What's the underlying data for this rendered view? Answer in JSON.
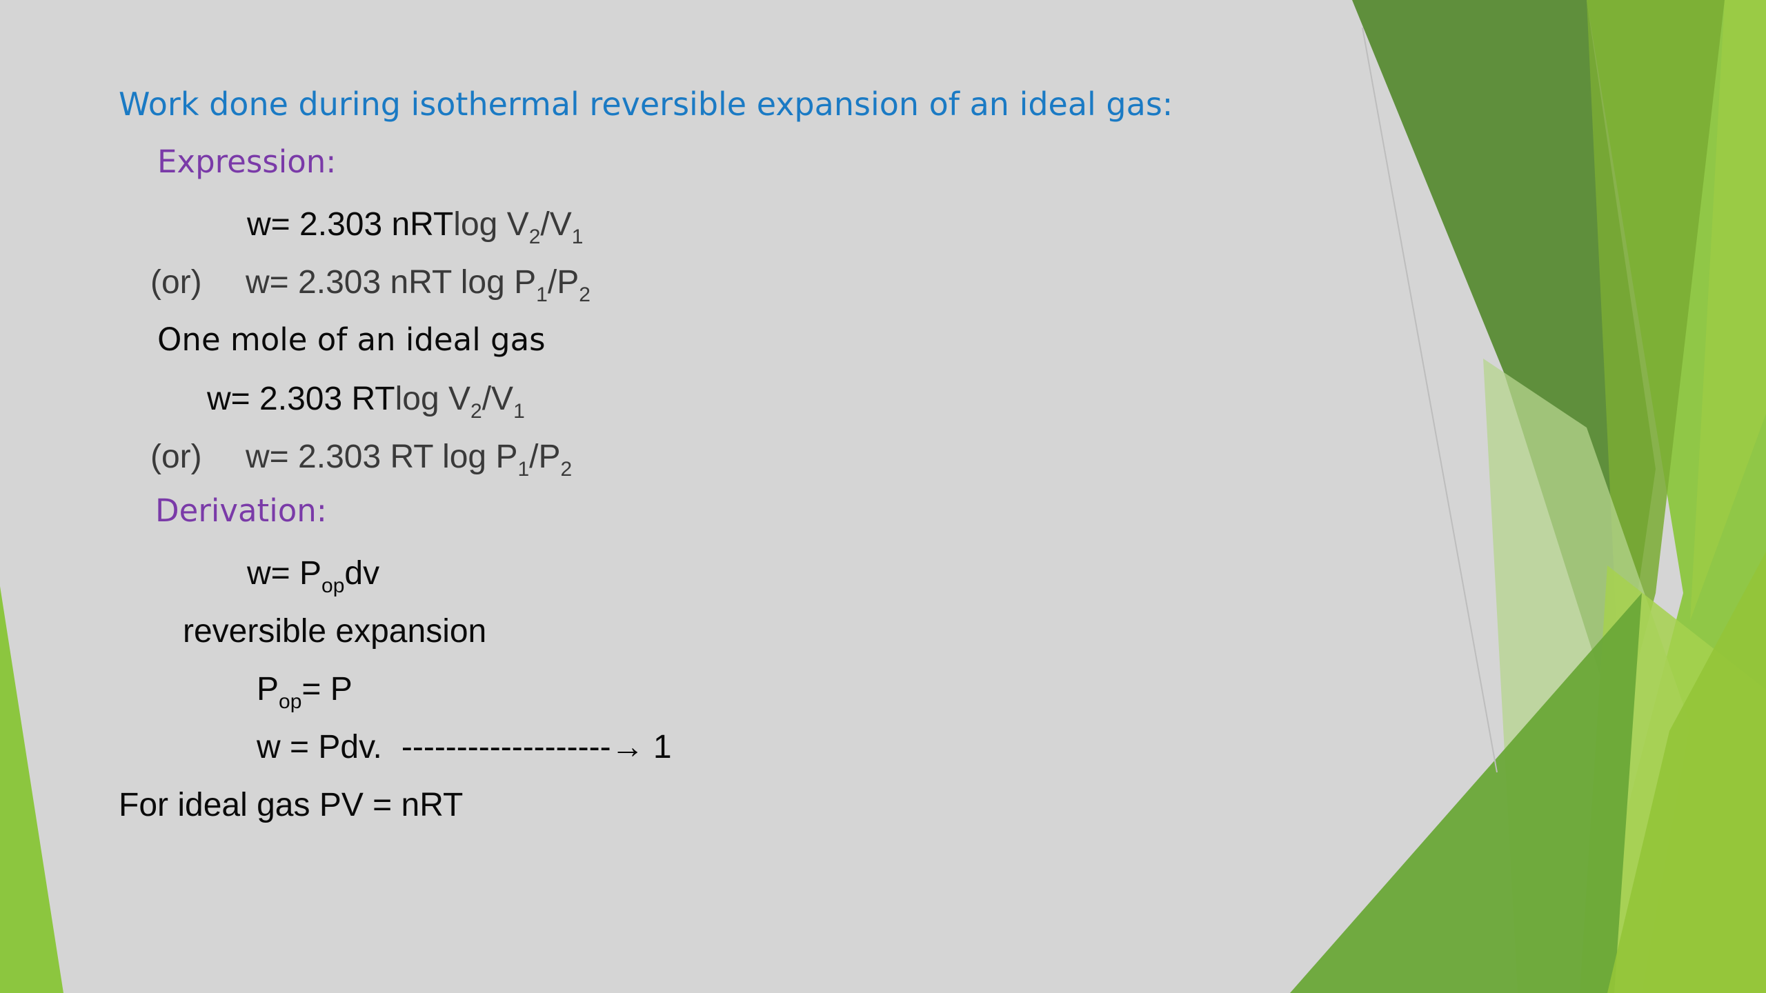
{
  "colors": {
    "background": "#d5d5d5",
    "title": "#1a7ac4",
    "heading": "#7a3aa8",
    "text": "#0a0a0a"
  },
  "title": "Work done during isothermal reversible expansion of an ideal gas:",
  "expression": {
    "heading": "Expression:",
    "eq1": {
      "lhs": "w= 2.303 nRT",
      "rest": "log V",
      "sub1": "2",
      "mid": "/V",
      "sub2": "1"
    },
    "eq2": {
      "prefix": "(or)",
      "text": "w= 2.303 nRT log P",
      "sub1": "1",
      "mid": "/P",
      "sub2": "2"
    }
  },
  "one_mole": {
    "label": "One mole of an ideal gas",
    "eq1": {
      "lhs": "w= 2.303 RT",
      "rest": "log V",
      "sub1": "2",
      "mid": "/V",
      "sub2": "1"
    },
    "eq2": {
      "prefix": "(or)",
      "text": "w= 2.303 RT log P",
      "sub1": "1",
      "mid": "/P",
      "sub2": "2"
    }
  },
  "derivation": {
    "heading": "Derivation:",
    "eq1": {
      "pre": "w= P",
      "sub": "op",
      "post": "dv"
    },
    "reversible": "reversible expansion",
    "eq2": {
      "pre": "P",
      "sub": "op",
      "post": "= P"
    },
    "eq3": {
      "text": "w = Pdv.",
      "arrow": "-------------------→ 1"
    },
    "ideal_gas": "For ideal gas PV = nRT"
  }
}
